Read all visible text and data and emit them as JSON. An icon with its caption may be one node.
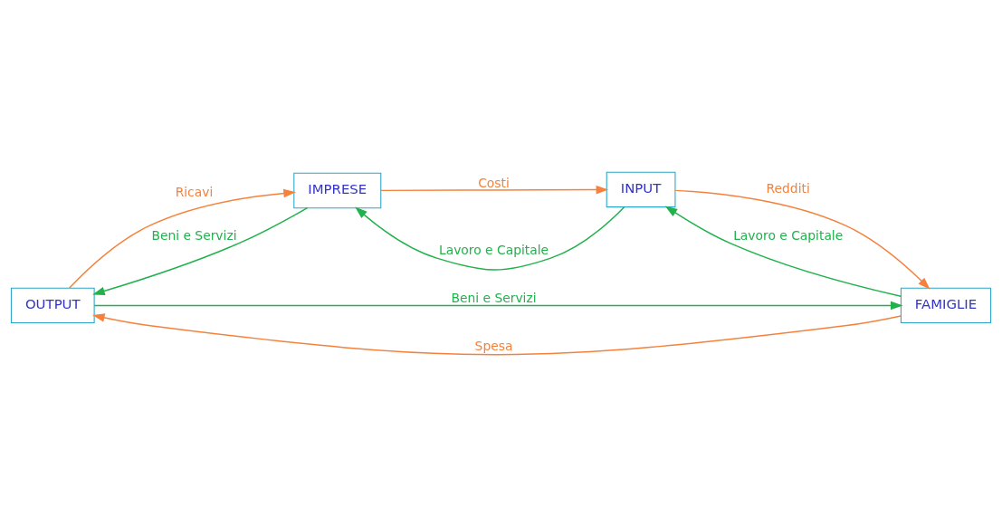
{
  "diagram": {
    "nodes": [
      {
        "text": [
          "OUTPUT"
        ]
      },
      {
        "text": [
          "IMPRESE"
        ]
      },
      {
        "text": [
          "FAMIGLIE"
        ]
      },
      {
        "text": [
          "INPUT"
        ]
      }
    ],
    "edges": [
      {
        "from": 1,
        "to": 0,
        "arrow": "to",
        "label": "Beni e Servizi",
        "color": "#22b14c"
      },
      {
        "from": 0,
        "to": 2,
        "arrow": "to",
        "label": "Beni e Servizi",
        "color": "#22b14c"
      },
      {
        "from": 2,
        "to": 3,
        "arrow": "to",
        "label": "Lavoro e Capitale",
        "color": "#22b14c"
      },
      {
        "from": 3,
        "to": 1,
        "arrow": "to",
        "label": "Lavoro e Capitale",
        "color": "#22b14c"
      },
      {
        "from": 2,
        "to": 0,
        "arrow": "to",
        "label": "Spesa",
        "color": "#f5823c"
      },
      {
        "from": 0,
        "to": 1,
        "arrow": "to",
        "label": "Ricavi",
        "color": "#f5823c"
      },
      {
        "from": 1,
        "to": 3,
        "arrow": "to",
        "label": "Costi",
        "color": "#f5823c"
      },
      {
        "from": 3,
        "to": 2,
        "arrow": "to",
        "label": "Redditi",
        "color": "#f5823c"
      }
    ]
  }
}
